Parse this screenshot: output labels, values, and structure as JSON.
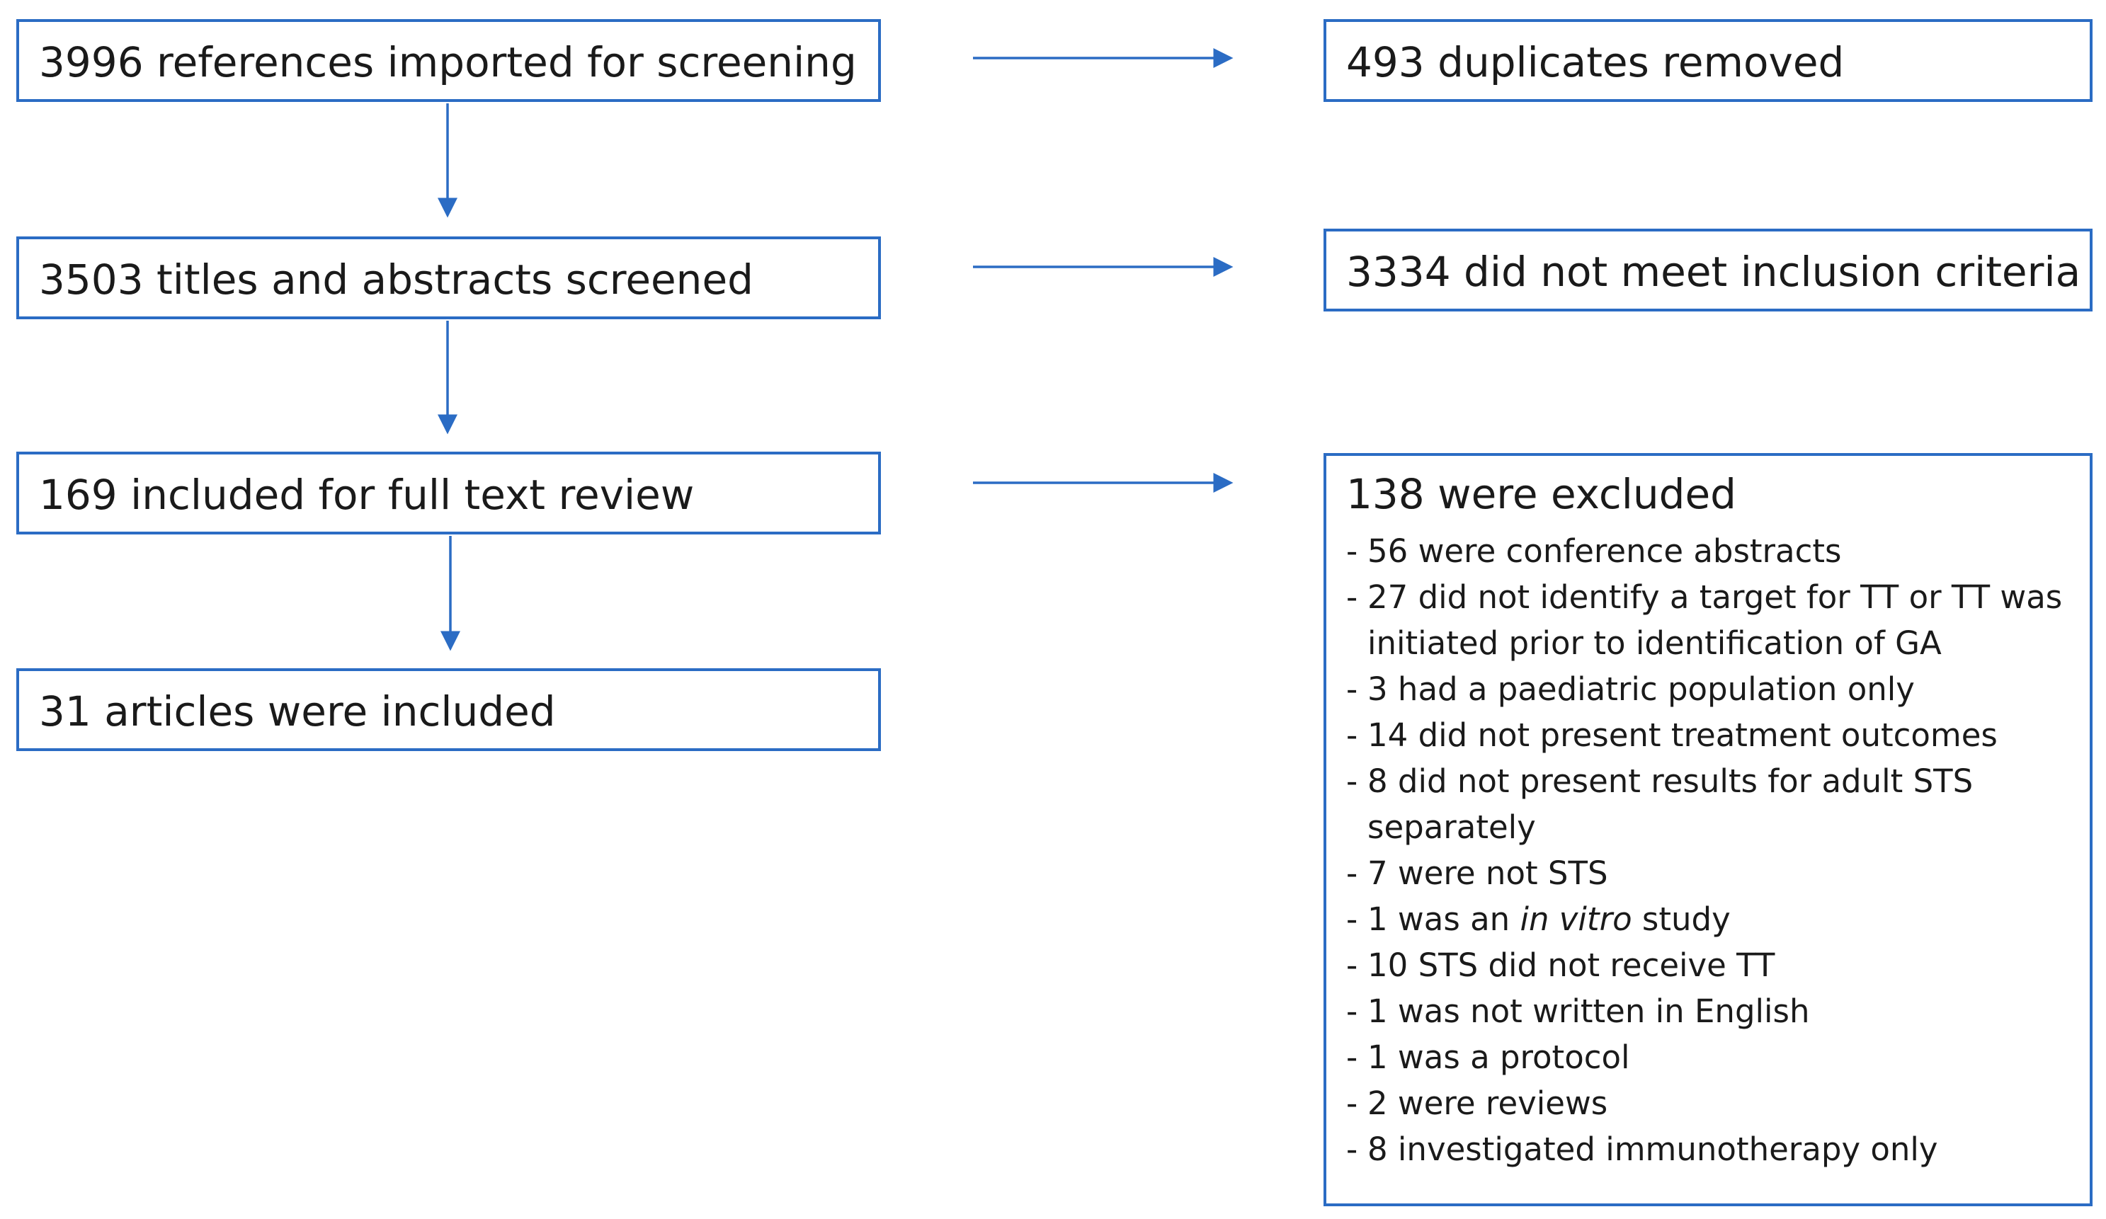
{
  "main_flow": [
    {
      "id": "references-imported",
      "text": "3996 references imported for screening"
    },
    {
      "id": "titles-screened",
      "text": "3503 titles and abstracts screened"
    },
    {
      "id": "full-text-review",
      "text": "169 included for full text review"
    },
    {
      "id": "articles-included",
      "text": "31 articles were included"
    }
  ],
  "exclusions": {
    "duplicates": "493 duplicates removed",
    "criteria": "3334 did not meet inclusion criteria",
    "full_text": {
      "title": "138 were excluded",
      "items": [
        {
          "lines": [
            "56 were conference abstracts"
          ]
        },
        {
          "lines": [
            "27 did not identify a target for TT or TT was",
            "initiated prior to identification of GA"
          ]
        },
        {
          "lines": [
            "3 had a paediatric population only"
          ]
        },
        {
          "lines": [
            "14 did not present treatment outcomes"
          ]
        },
        {
          "lines": [
            "8 did not present results for adult STS",
            "separately"
          ]
        },
        {
          "lines": [
            "7 were not STS"
          ]
        },
        {
          "pre": "1 was an ",
          "em": "in vitro",
          "post": " study"
        },
        {
          "lines": [
            "10 STS did not receive TT"
          ]
        },
        {
          "lines": [
            "1 was not written in English"
          ]
        },
        {
          "lines": [
            "1 was a protocol"
          ]
        },
        {
          "lines": [
            "2 were reviews"
          ]
        },
        {
          "lines": [
            "8 investigated immunotherapy only"
          ]
        }
      ]
    }
  },
  "colors": {
    "box_border": "#2b6cc4",
    "arrow": "#2b6cc4",
    "text": "#1a1a1a"
  }
}
